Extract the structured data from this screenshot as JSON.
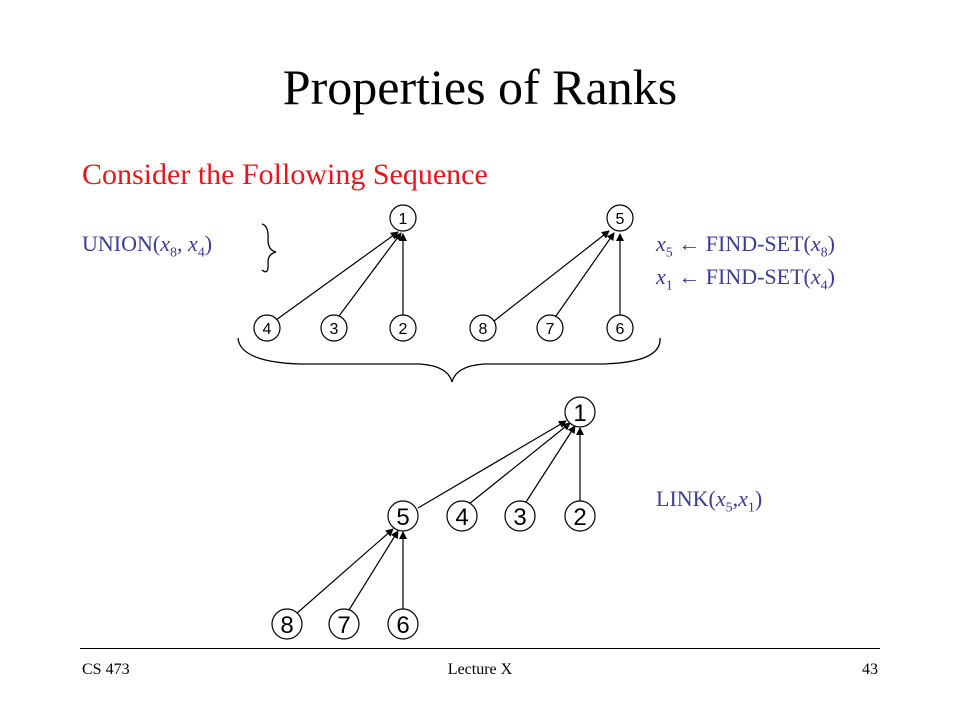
{
  "title": "Properties of Ranks",
  "subtitle": "Consider the Following Sequence",
  "colors": {
    "title": "#000000",
    "subtitle": "#e8161b",
    "operation": "#3b3b9a",
    "node_stroke": "#000000",
    "edge": "#000000"
  },
  "operations": {
    "union": {
      "fn": "UNION(",
      "a": "x",
      "a_sub": "8",
      "sep": ", ",
      "b": "x",
      "b_sub": "4",
      "close": ")"
    },
    "find1": {
      "lhs": "x",
      "lhs_sub": "5",
      "arrow": " ← FIND-SET(",
      "arg": "x",
      "arg_sub": "8",
      "close": ")"
    },
    "find2": {
      "lhs": "x",
      "lhs_sub": "1",
      "arrow": " ← FIND-SET(",
      "arg": "x",
      "arg_sub": "4",
      "close": ")"
    },
    "link": {
      "fn": "LINK(",
      "a": "x",
      "a_sub": "5",
      "sep": ",",
      "b": "x",
      "b_sub": "1",
      "close": ")"
    }
  },
  "trees": {
    "before_left": {
      "root": "1",
      "children": [
        "4",
        "3",
        "2"
      ]
    },
    "before_right": {
      "root": "5",
      "children": [
        "8",
        "7",
        "6"
      ]
    },
    "after": {
      "root": "1",
      "children": [
        "5",
        "4",
        "3",
        "2"
      ],
      "grandchildren": [
        "8",
        "7",
        "6"
      ]
    }
  },
  "footer": {
    "course": "CS 473",
    "lecture": "Lecture X",
    "page": "43"
  }
}
